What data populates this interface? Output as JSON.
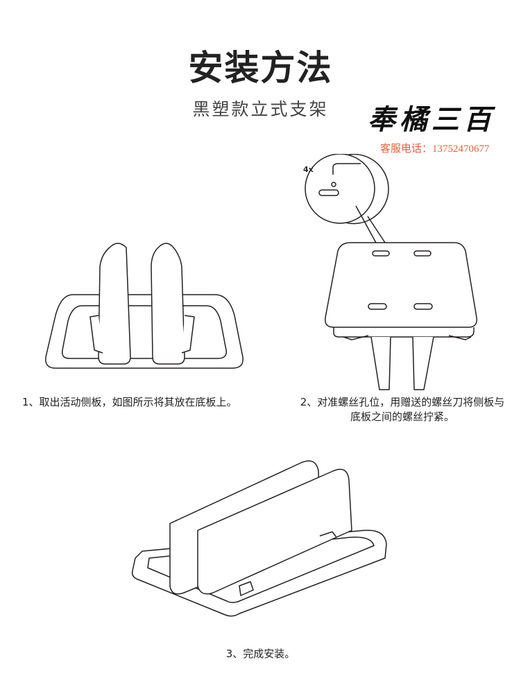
{
  "header": {
    "title": "安装方法",
    "subtitle": "黑塑款立式支架"
  },
  "brand": {
    "name": "奉橘三百",
    "contact": "客服电话：13752470677"
  },
  "steps": [
    {
      "caption": "1、取出活动侧板，如图所示将其放在底板上。"
    },
    {
      "caption": "2、对准螺丝孔位，用赠送的螺丝刀将侧板与底板之间的螺丝拧紧。",
      "screw_count": "4x"
    },
    {
      "caption": "3、完成安装。"
    }
  ],
  "colors": {
    "line": "#231f20",
    "fill": "#ffffff",
    "accent": "#e8603a"
  }
}
